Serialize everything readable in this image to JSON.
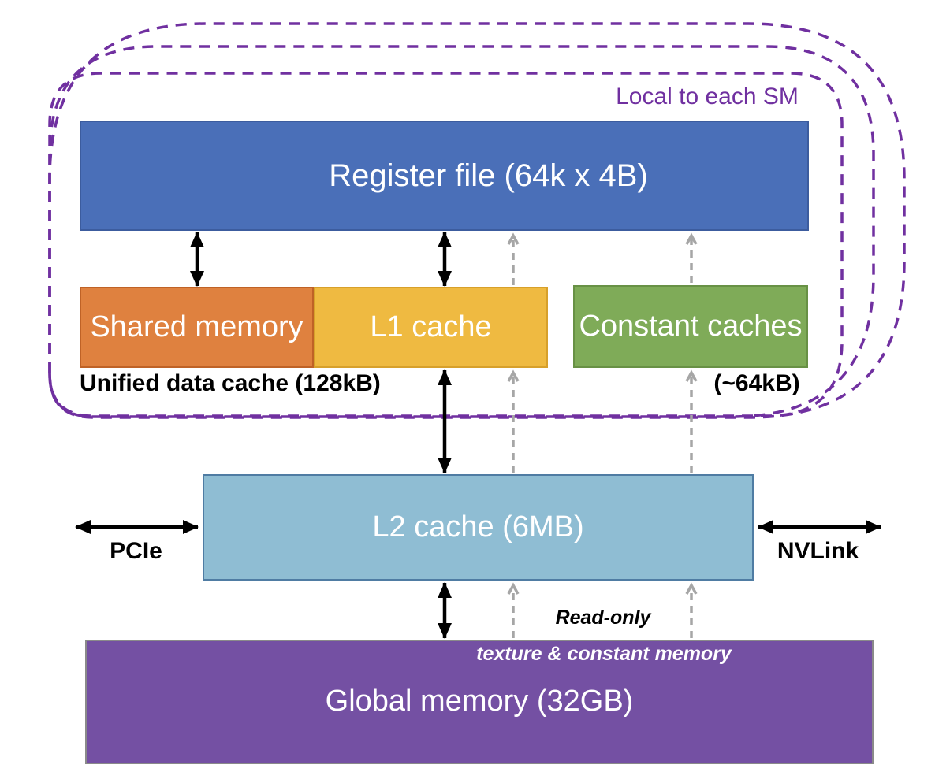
{
  "diagram": {
    "sm_region": {
      "outline_label": "Local to each SM",
      "register_file": "Register file (64k x 4B)",
      "shared_memory": "Shared memory",
      "l1_cache": "L1 cache",
      "constant_caches": "Constant caches",
      "unified_cache_note": "Unified data cache (128kB)",
      "constant_size_note": "(~64kB)"
    },
    "device_level": {
      "l2_cache": "L2 cache (6MB)",
      "pcie_label": "PCIe",
      "nvlink_label": "NVLink",
      "global_memory": "Global memory (32GB)",
      "readonly_line1": "Read-only",
      "readonly_line2": "texture & constant memory"
    },
    "colors": {
      "register_file_fill": "#4a6fb8",
      "shared_memory_fill": "#df813f",
      "l1_cache_fill": "#efba41",
      "constant_caches_fill": "#7fab58",
      "l2_cache_fill": "#8fbdd3",
      "global_memory_fill": "#7450a3",
      "sm_outline_purple": "#7030a0",
      "readonly_arrow_gray": "#a6a6a6",
      "arrow_black": "#000000"
    }
  }
}
